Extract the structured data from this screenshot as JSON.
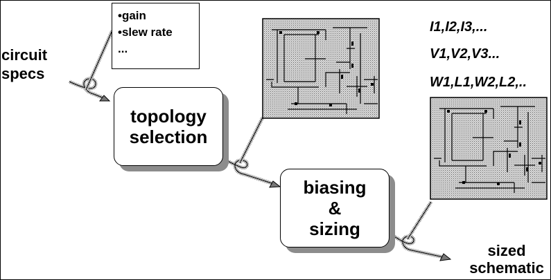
{
  "inputs": {
    "circuit_specs_lines": [
      "circuit",
      "specs"
    ],
    "spec_items": [
      "•gain",
      "•slew rate",
      "..."
    ]
  },
  "steps": {
    "topology_lines": [
      "topology",
      "selection"
    ],
    "biasing_lines": [
      "biasing",
      "&",
      "sizing"
    ]
  },
  "output": {
    "vars_lines": [
      "I1,I2,I3,...",
      "V1,V2,V3...",
      "W1,L1,W2,L2,.."
    ],
    "sized_schematic_lines": [
      "sized",
      "schematic"
    ]
  },
  "icons": {
    "schematic_thumbnail_1": "circuit-schematic-icon",
    "schematic_thumbnail_2": "circuit-schematic-icon",
    "arrow": "looped-arrow-icon"
  },
  "colors": {
    "line": "#000000",
    "shadow": "#8c8c8c",
    "schematic_fill": "#c8c8c8"
  }
}
